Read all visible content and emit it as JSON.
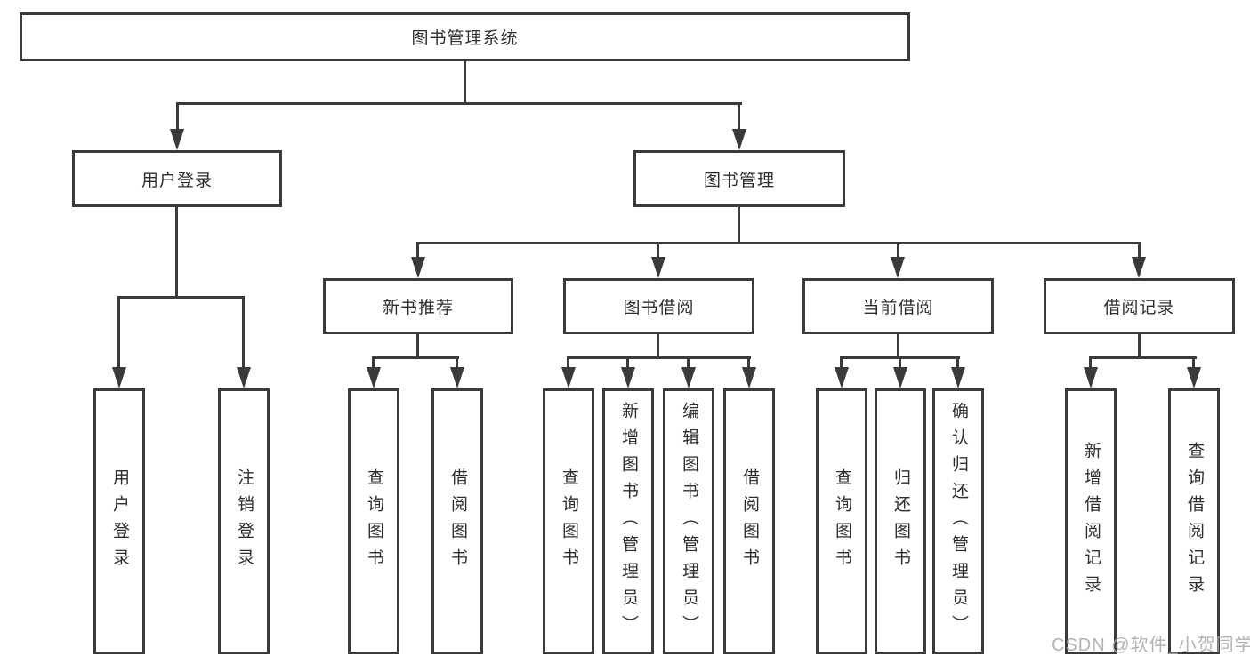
{
  "tree": {
    "label": "图书管理系统",
    "children": [
      {
        "label": "用户登录",
        "children": [
          {
            "label": "用户登录"
          },
          {
            "label": "注销登录"
          }
        ]
      },
      {
        "label": "图书管理",
        "children": [
          {
            "label": "新书推荐",
            "children": [
              {
                "label": "查询图书"
              },
              {
                "label": "借阅图书"
              }
            ]
          },
          {
            "label": "图书借阅",
            "children": [
              {
                "label": "查询图书"
              },
              {
                "label": "新增图书（管理员）"
              },
              {
                "label": "编辑图书（管理员）"
              },
              {
                "label": "借阅图书"
              }
            ]
          },
          {
            "label": "当前借阅",
            "children": [
              {
                "label": "查询图书"
              },
              {
                "label": "归还图书"
              },
              {
                "label": "确认归还（管理员）"
              }
            ]
          },
          {
            "label": "借阅记录",
            "children": [
              {
                "label": "新增借阅记录"
              },
              {
                "label": "查询借阅记录"
              }
            ]
          }
        ]
      }
    ]
  },
  "watermark": "CSDN @软件_小贺同学",
  "colors": {
    "line": "#3a3a3a",
    "text": "#2d2d2d",
    "watermark": "#ababab",
    "background": "#ffffff"
  }
}
